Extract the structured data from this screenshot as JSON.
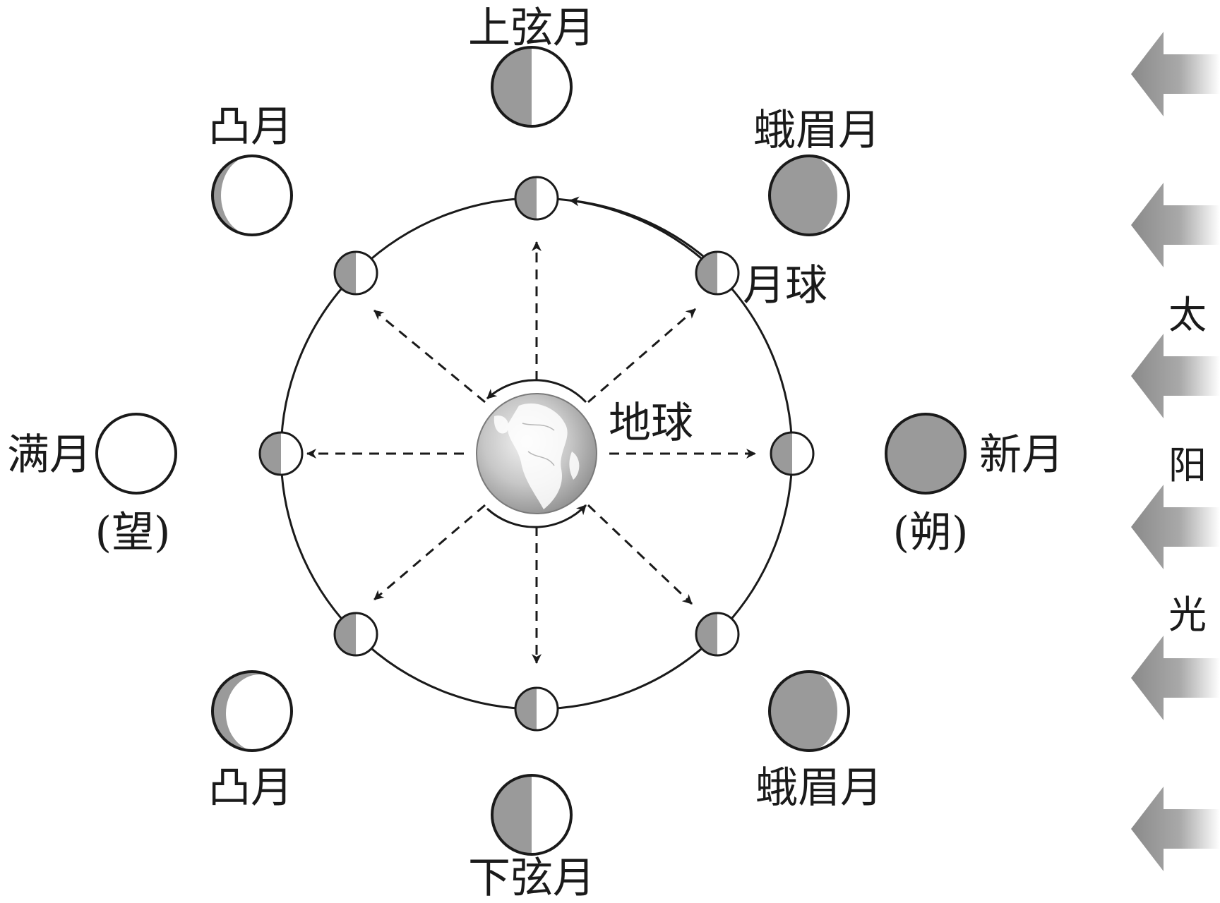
{
  "colors": {
    "background": "#ffffff",
    "ink": "#1a1a1a",
    "shade": "#9a9a9a",
    "moon_lit": "#ffffff",
    "sunlight_arrow": "#8f8f8f"
  },
  "labels": {
    "first_quarter": "上弦月",
    "waxing_crescent": "蛾眉月",
    "waning_crescent": "蛾眉月",
    "waxing_gibbous": "凸月",
    "waning_gibbous": "凸月",
    "full_moon": "满月",
    "full_moon_alt": "(望)",
    "new_moon": "新月",
    "new_moon_alt": "(朔)",
    "last_quarter": "下弦月",
    "moon": "月球",
    "earth": "地球"
  },
  "sunlight": {
    "chars": [
      "太",
      "阳",
      "光"
    ],
    "arrow_count": 6,
    "direction": "from right to left"
  },
  "icons": {
    "earth": "earth-globe-icon",
    "moon": "moon-half-lit-icon",
    "sun_arrow": "sunlight-arrow-icon"
  }
}
